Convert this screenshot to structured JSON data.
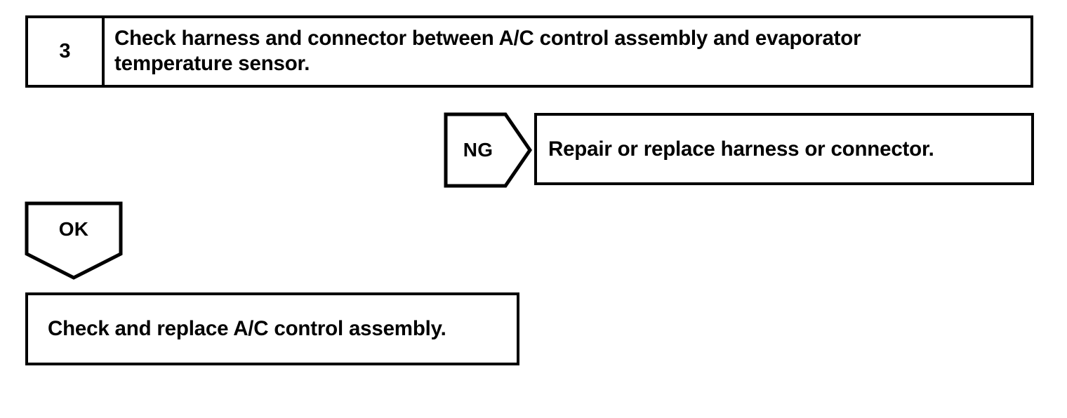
{
  "diagram": {
    "type": "troubleshooting-flowchart",
    "background_color": "#ffffff",
    "line_color": "#000000",
    "text_color": "#000000"
  },
  "step": {
    "number": "3",
    "instruction": "Check harness and connector between A/C control assembly and evaporator\ntemperature sensor."
  },
  "branch_ng": {
    "label": "NG",
    "action": "Repair or replace harness or connector."
  },
  "branch_ok": {
    "label": "OK",
    "action": "Check and replace A/C control assembly."
  }
}
